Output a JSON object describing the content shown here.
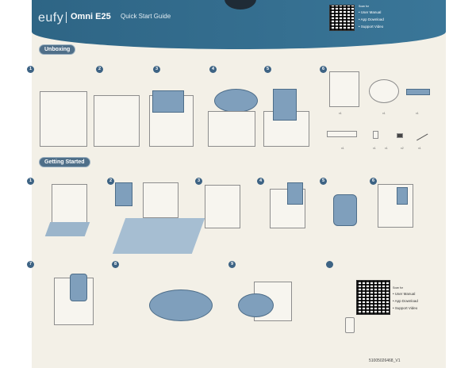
{
  "header": {
    "brand": "eufy",
    "model": "Omni E25",
    "subtitle": "Quick Start Guide",
    "scan_for": "Scan for",
    "links": [
      "• User Manual",
      "• App Download",
      "• Support Video"
    ]
  },
  "sections": {
    "unboxing": "Unboxing",
    "getting_started": "Getting Started"
  },
  "unboxing_steps": [
    "1",
    "2",
    "3",
    "4",
    "5",
    "6"
  ],
  "accessory_counts": [
    "x1",
    "x1",
    "x1",
    "x1",
    "x1",
    "x1",
    "x2",
    "x1"
  ],
  "getting_started_steps": [
    "1",
    "2",
    "3",
    "4",
    "5",
    "6",
    "7",
    "8",
    "9"
  ],
  "step9": {
    "scan_for": "Scan for",
    "links": [
      "• User Manual",
      "• App Download",
      "• Support Video"
    ]
  },
  "footer": {
    "code": "51005026468_V1"
  }
}
